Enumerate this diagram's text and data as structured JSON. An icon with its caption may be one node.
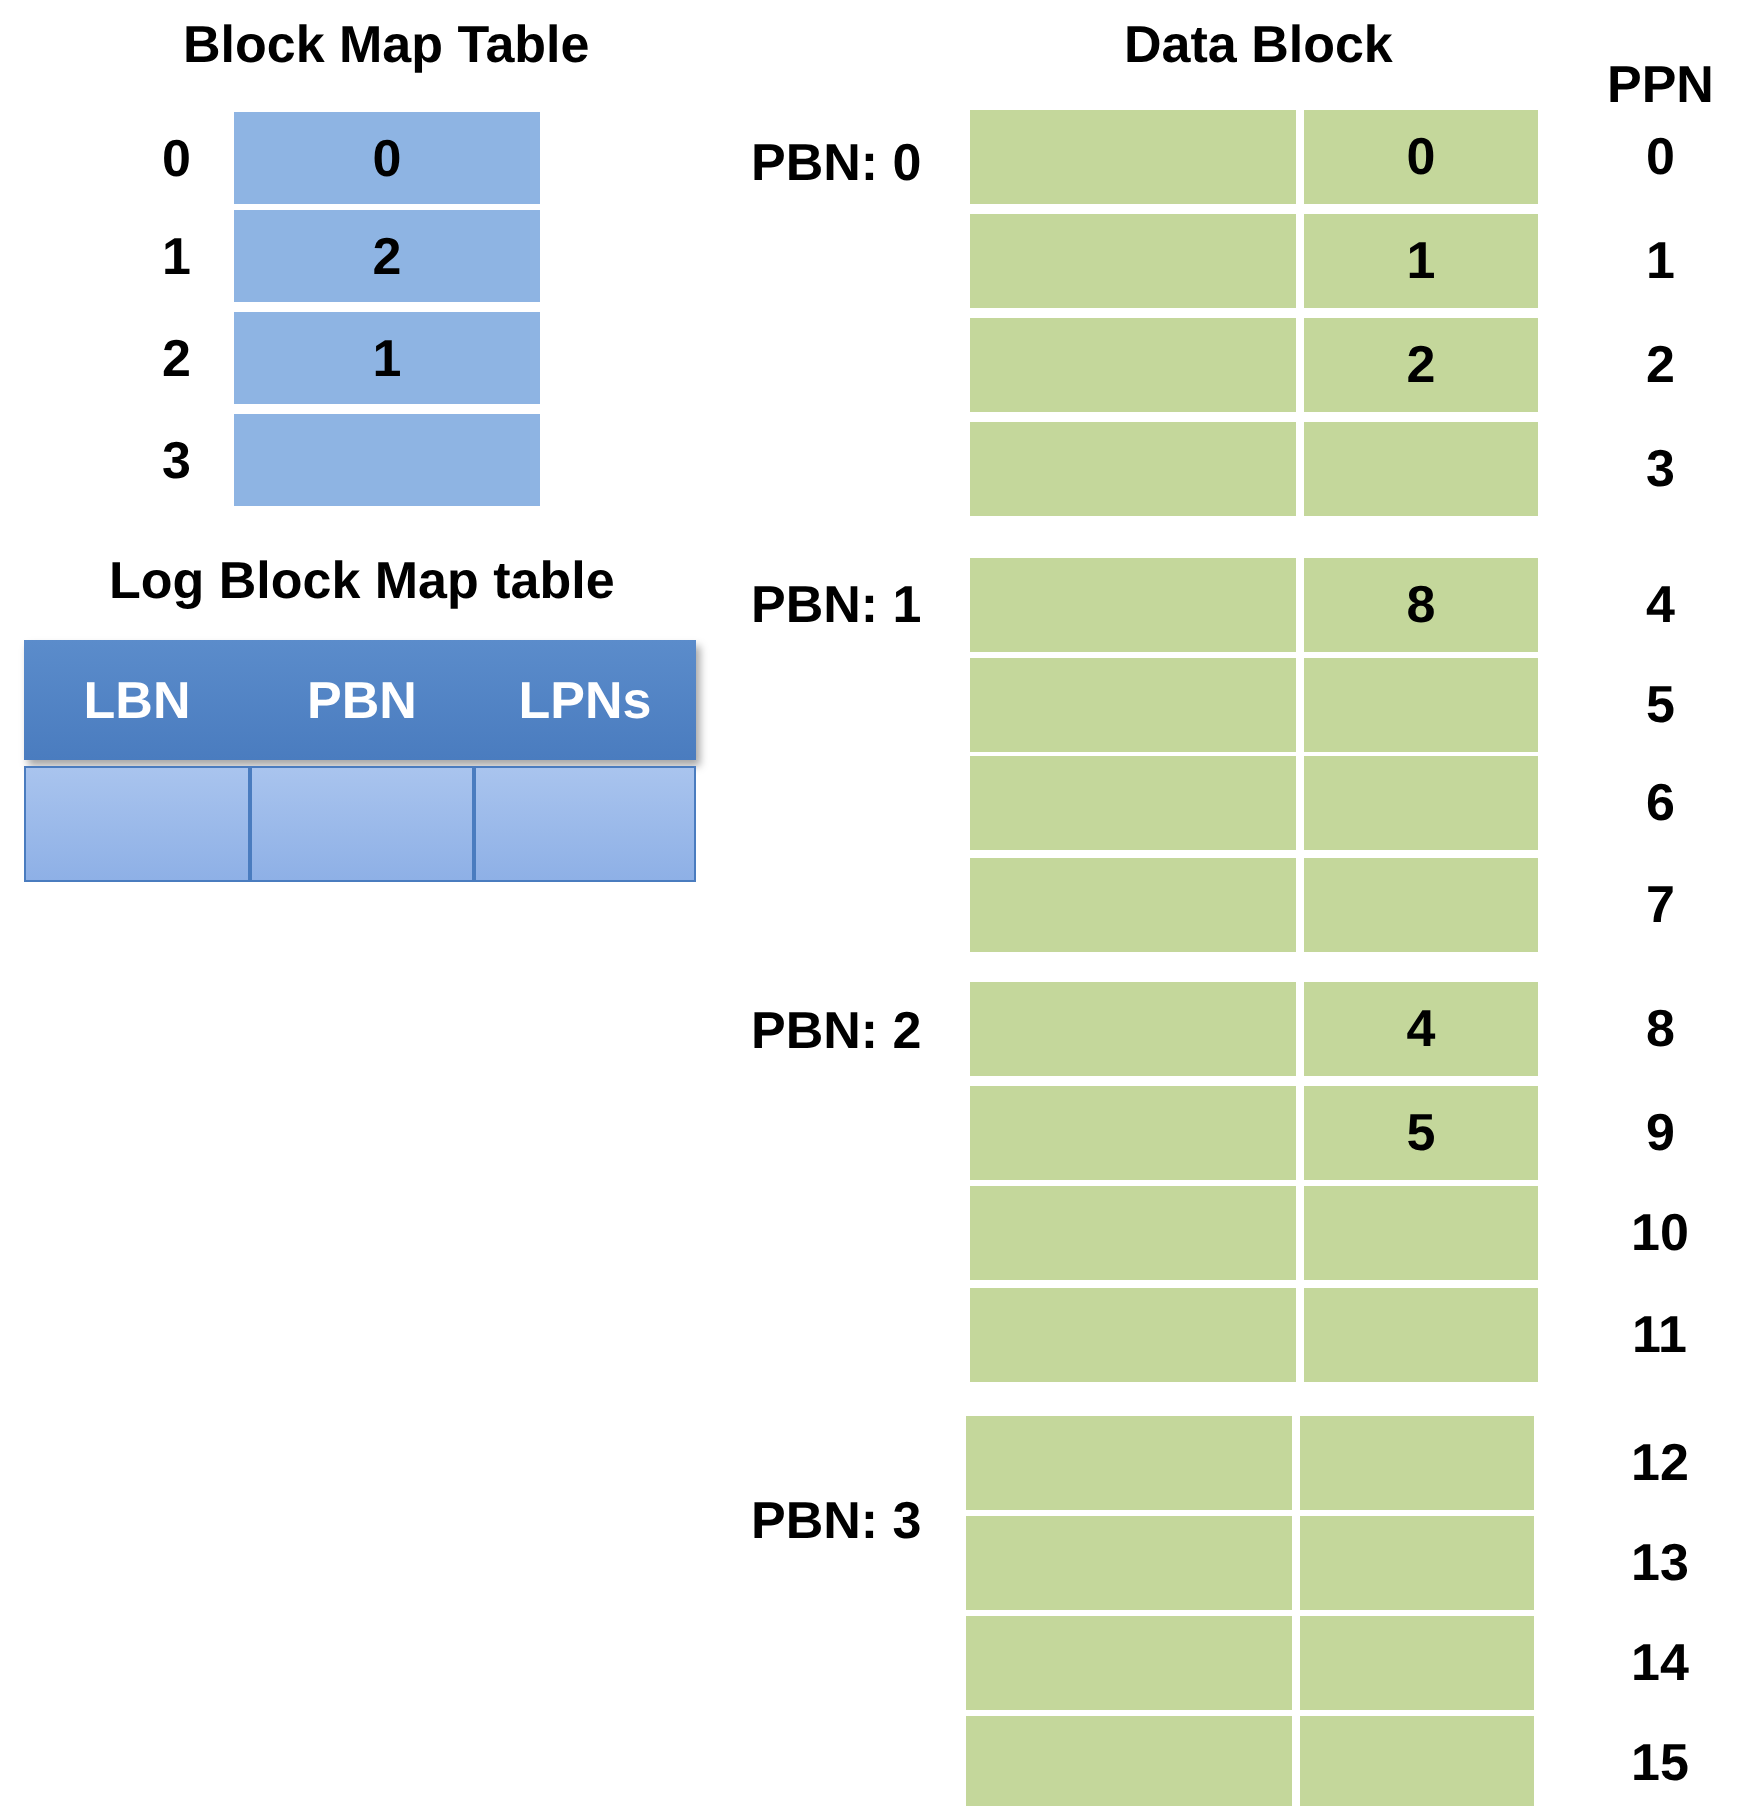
{
  "diagram": {
    "labels": [
      "Block Map Table",
      "0",
      "0",
      "1",
      "2",
      "2",
      "1",
      "3",
      "Log Block Map table",
      "LBN",
      "PBN",
      "LPNs",
      "Data Block",
      "PPN",
      "PBN: 0",
      "PBN: 1",
      "PBN: 2",
      "PBN: 3",
      "0",
      "1",
      "2",
      "8",
      "4",
      "5",
      "0",
      "1",
      "2",
      "3",
      "4",
      "5",
      "6",
      "7",
      "8",
      "9",
      "10",
      "11",
      "12",
      "13",
      "14",
      "15"
    ]
  }
}
